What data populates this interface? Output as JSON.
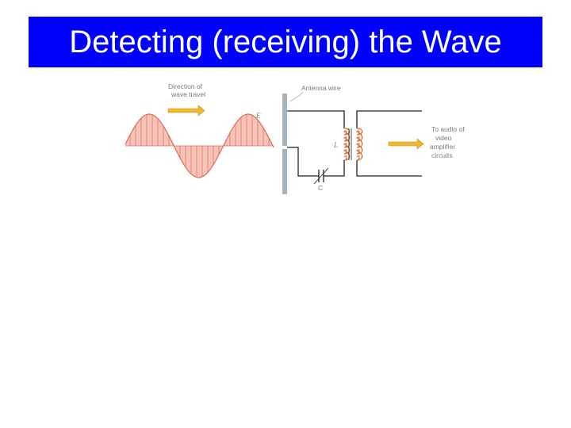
{
  "slide": {
    "title": "Detecting (receiving) the Wave"
  },
  "diagram": {
    "direction_label": [
      "Direction of",
      "wave travel"
    ],
    "e_field_label": "E",
    "antenna_label": "Antenna wire",
    "inductor_label": "L",
    "capacitor_label": "C",
    "output_label": [
      "To audio of",
      "video",
      "amplifier",
      "circuits"
    ],
    "colors": {
      "wave_fill": "#f5b5a8",
      "wave_stroke": "#e06a55",
      "arrow_fill": "#f0b830",
      "wire": "#222222",
      "antenna_plate": "#a9b1b9",
      "coil": "#d66a2a"
    }
  }
}
